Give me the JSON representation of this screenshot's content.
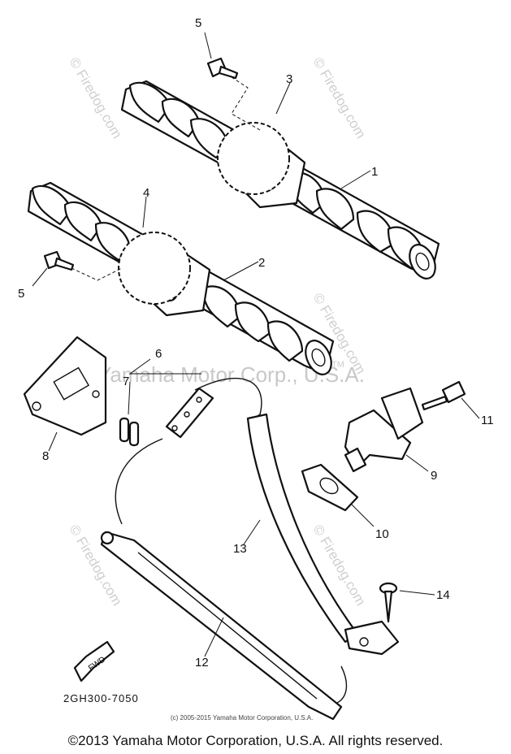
{
  "diagram": {
    "callouts": [
      "1",
      "2",
      "3",
      "4",
      "5",
      "5",
      "6",
      "7",
      "8",
      "9",
      "10",
      "11",
      "12",
      "13",
      "14"
    ],
    "watermark_text": "© Firedog.com",
    "trademark_text": "Yamaha Motor Corp., U.S.A.",
    "trademark_mark": "TM",
    "direction_label": "FWD",
    "diagram_code": "2GH300-7050",
    "small_copyright": "(c) 2005-2015 Yamaha Motor Corporation, U.S.A.",
    "footer_copyright": "©2013 Yamaha Motor Corporation, U.S.A. All rights reserved."
  },
  "colors": {
    "line": "#111111",
    "watermark": "#cfcfcf",
    "background": "#ffffff"
  }
}
